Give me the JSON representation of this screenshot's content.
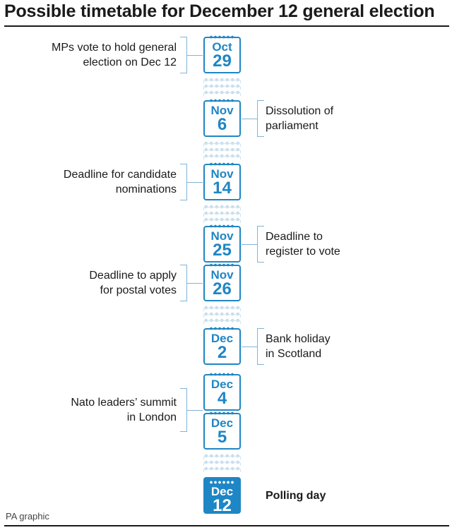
{
  "title": "Possible timetable for December 12 general election",
  "credit": "PA graphic",
  "events": [
    {
      "month": "Oct",
      "day": "29",
      "side": "left",
      "label_lines": [
        "MPs vote to hold general",
        "election on Dec 12"
      ]
    },
    {
      "month": "Nov",
      "day": "6",
      "side": "right",
      "label_lines": [
        "Dissolution of",
        "parliament"
      ]
    },
    {
      "month": "Nov",
      "day": "14",
      "side": "left",
      "label_lines": [
        "Deadline for candidate",
        "nominations"
      ]
    },
    {
      "month": "Nov",
      "day": "25",
      "side": "right",
      "label_lines": [
        "Deadline to",
        "register to vote"
      ]
    },
    {
      "month": "Nov",
      "day": "26",
      "side": "left",
      "label_lines": [
        "Deadline to apply",
        "for postal votes"
      ]
    },
    {
      "month": "Dec",
      "day": "2",
      "side": "right",
      "label_lines": [
        "Bank holiday",
        "in Scotland"
      ]
    },
    {
      "month": "Dec",
      "day": "4",
      "side": "left",
      "label_lines": [
        "Nato leaders’ summit",
        "in London"
      ]
    },
    {
      "month": "Dec",
      "day": "5",
      "side": "left",
      "label_lines": []
    },
    {
      "month": "Dec",
      "day": "12",
      "side": "right",
      "label_lines": [
        "Polling day"
      ],
      "highlight": true
    }
  ],
  "colors": {
    "accent": "#1f86c5",
    "bracket": "#7fb5d8",
    "ring_faint": "#bfd9ea"
  }
}
